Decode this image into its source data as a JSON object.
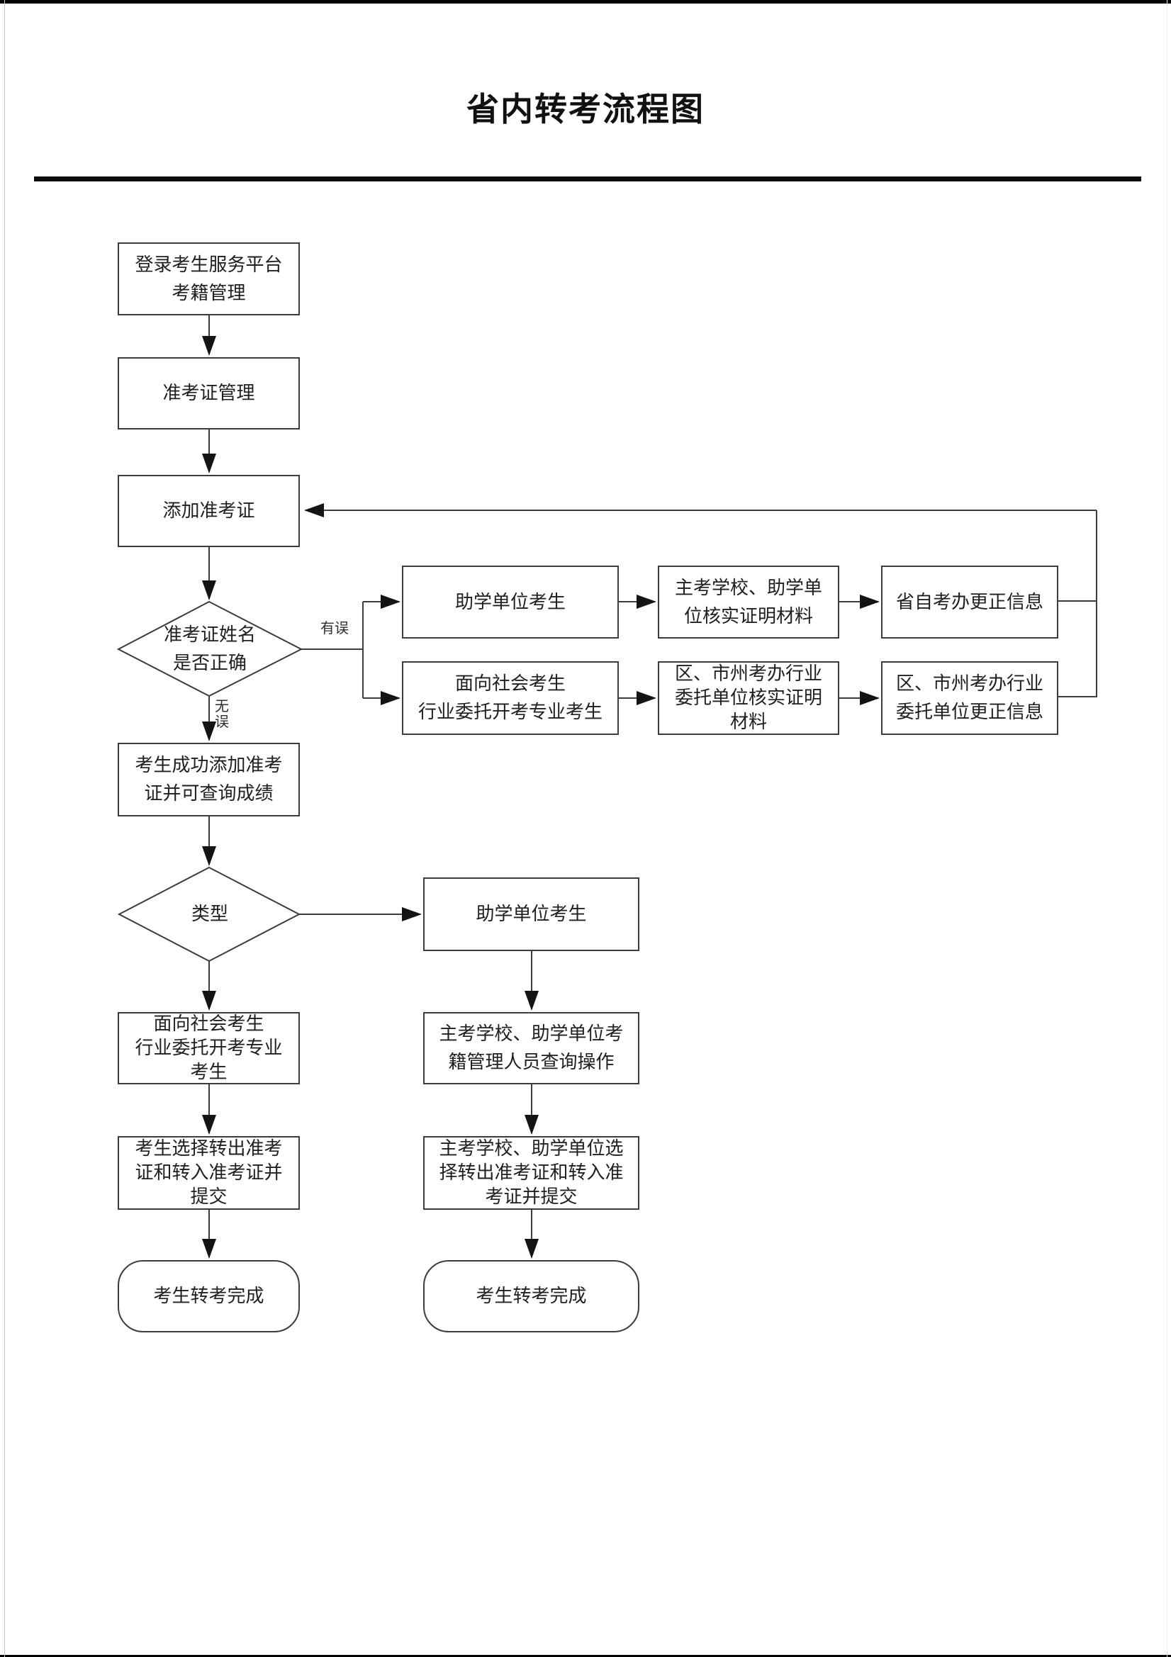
{
  "page": {
    "title": "省内转考流程图",
    "ink_color": "#3c3c3c",
    "text_color": "#1f1f1f",
    "background": "#ffffff"
  },
  "edge_labels": {
    "wrong": "有误",
    "correct": "无误"
  },
  "nodes": {
    "login": "登录考生服务平台\n考籍管理",
    "ticket_mgmt": "准考证管理",
    "add_ticket": "添加准考证",
    "name_check": "准考证姓名\n是否正确",
    "helper_candidate_1": "助学单位考生",
    "school_verify": "主考学校、助学单\n位核实证明材料",
    "province_correct": "省自考办更正信息",
    "social_candidate_1": "面向社会考生\n行业委托开考专业考生",
    "city_verify": "区、市州考办行业\n委托单位核实证明\n材料",
    "city_correct": "区、市州考办行业\n委托单位更正信息",
    "add_success": "考生成功添加准考\n证并可查询成绩",
    "type_check": "类型",
    "social_candidate_2": "面向社会考生\n行业委托开考专业\n考生",
    "candidate_submit": "考生选择转出准考\n证和转入准考证并\n提交",
    "candidate_done": "考生转考完成",
    "helper_candidate_2": "助学单位考生",
    "school_query": "主考学校、助学单位考\n籍管理人员查询操作",
    "school_submit": "主考学校、助学单位选\n择转出准考证和转入准\n考证并提交",
    "helper_done": "考生转考完成"
  }
}
